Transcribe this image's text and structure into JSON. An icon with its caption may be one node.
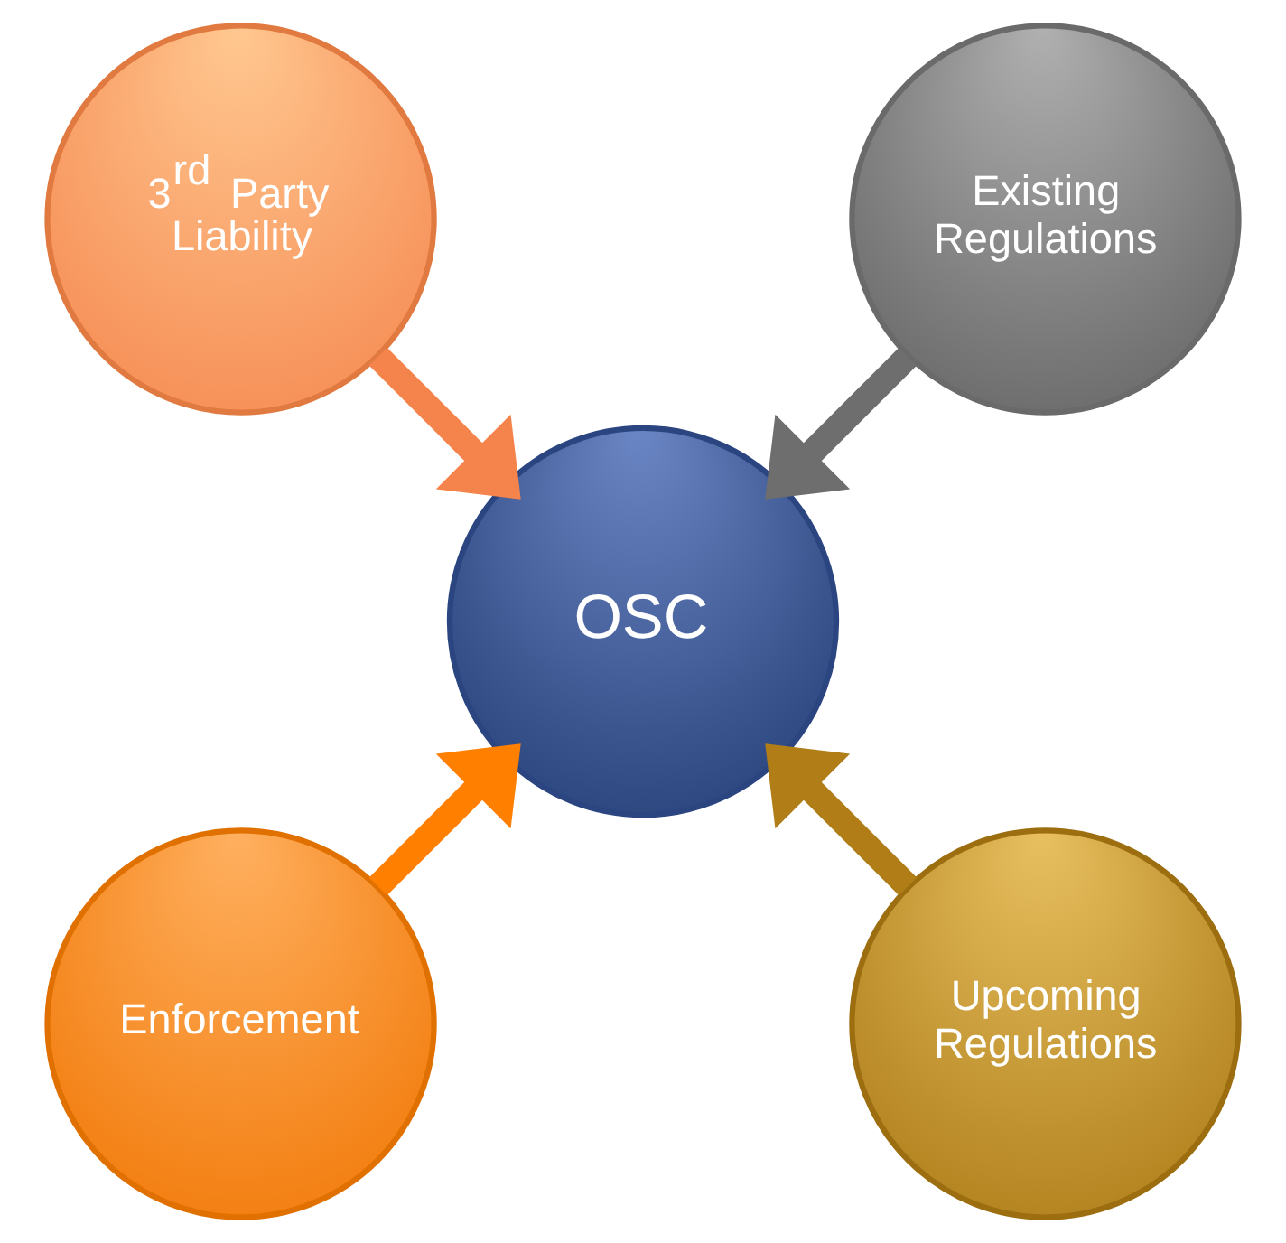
{
  "diagram": {
    "nodes": [
      {
        "text": [
          "OSC"
        ]
      },
      {
        "text": [
          "Existing Regulations"
        ]
      },
      {
        "text": [
          "3$^{rd}$ Party Liability"
        ]
      },
      {
        "text": [
          "Upcoming Regulations"
        ]
      },
      {
        "text": [
          "Enforcement"
        ]
      }
    ],
    "edges": [
      {
        "from": 1,
        "to": 0,
        "arrow": "to",
        "color": "#6e6e6e"
      },
      {
        "from": 3,
        "to": 0,
        "arrow": "to",
        "color": "#b07d17"
      },
      {
        "from": 4,
        "to": 0,
        "arrow": "to",
        "color": "#ff7f00"
      },
      {
        "from": 2,
        "to": 0,
        "arrow": "to",
        "color": "#f4844c"
      }
    ]
  }
}
